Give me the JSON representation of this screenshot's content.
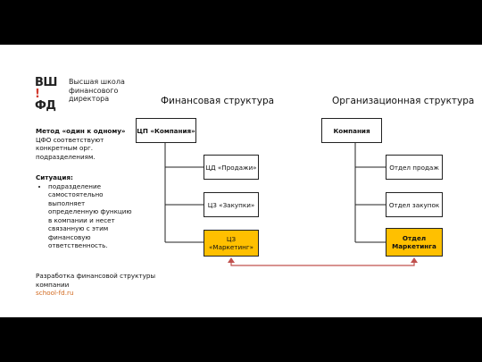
{
  "logo": {
    "mark_line1": "ВШ",
    "mark_bang": "!",
    "mark_line2": "ФД",
    "text": "Высшая школа\nфинансового\nдиректора"
  },
  "titles": {
    "financial": "Финансовая структура",
    "organizational": "Организационная структура"
  },
  "method": {
    "header": "Метод «один к одному»",
    "body": "ЦФО соответствуют конкретным орг. подразделениям."
  },
  "situation": {
    "header": "Ситуация:",
    "bullets": [
      "подразделение самостоятельно выполняет определенную функцию в компании и несет связанную с этим финансовую ответственность."
    ]
  },
  "financial_tree": {
    "root": "ЦП «Компания»",
    "children": [
      "ЦД «Продажи»",
      "ЦЗ «Закупки»",
      "ЦЗ «Маркетинг»"
    ]
  },
  "org_tree": {
    "root": "Компания",
    "children": [
      "Отдел продаж",
      "Отдел закупок",
      "Отдел Маркетинга"
    ]
  },
  "footer": {
    "text": "Разработка финансовой структуры компании",
    "link": "school-fd.ru"
  },
  "colors": {
    "highlight": "#ffc000",
    "connector": "#c0504d",
    "link": "#d2691e"
  }
}
